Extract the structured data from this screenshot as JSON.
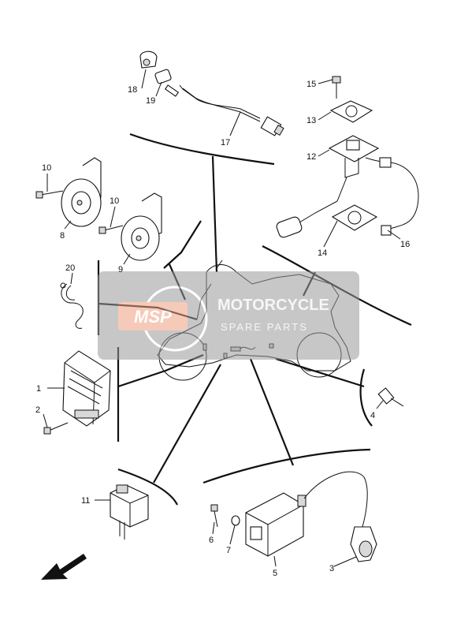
{
  "diagram": {
    "callouts": {
      "p1": "1",
      "p2": "2",
      "p3": "3",
      "p4": "4",
      "p5": "5",
      "p6": "6",
      "p7": "7",
      "p8": "8",
      "p9": "9",
      "p10a": "10",
      "p10b": "10",
      "p11": "11",
      "p12": "12",
      "p13": "13",
      "p14": "14",
      "p15": "15",
      "p16": "16",
      "p17": "17",
      "p18": "18",
      "p19": "19",
      "p20": "20"
    },
    "watermark": {
      "logo": "MSP",
      "line1": "MOTORCYCLE",
      "line2": "SPARE PARTS",
      "accent_color": "#f0a080",
      "band_color": "#9a9a9a"
    }
  }
}
